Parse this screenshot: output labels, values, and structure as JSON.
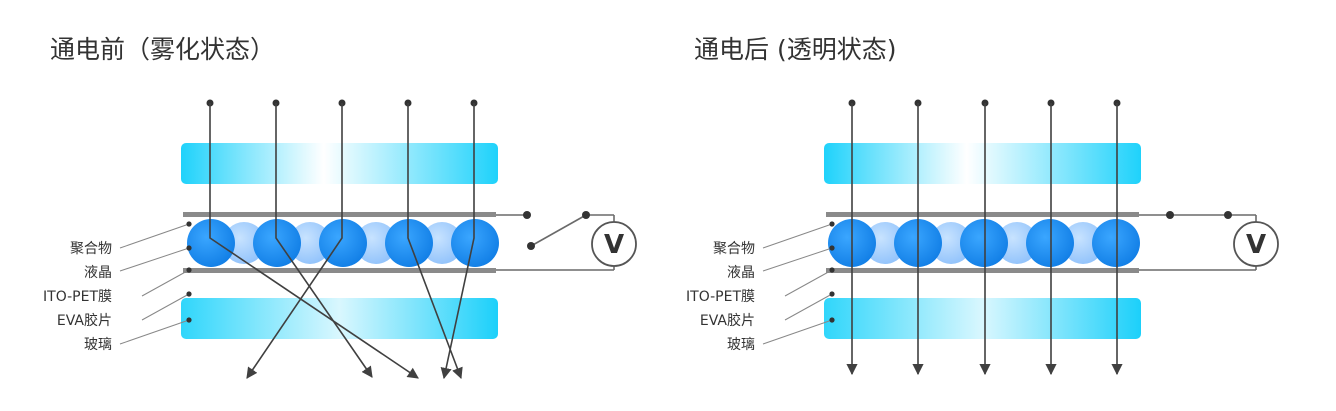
{
  "left_panel": {
    "title": "通电前（雾化状态）",
    "labels": [
      "聚合物",
      "液晶",
      "ITO-PET膜",
      "EVA胶片",
      "玻璃"
    ],
    "voltmeter": "V"
  },
  "right_panel": {
    "title": "通电后 (透明状态)",
    "labels": [
      "聚合物",
      "液晶",
      "ITO-PET膜",
      "EVA胶片",
      "玻璃"
    ],
    "voltmeter": "V"
  },
  "colors": {
    "glass_cyan": "#1fd2fb",
    "ito_film": "#8a8a8a",
    "liquid_crystal_dark": "#1b8cf2",
    "polymer_light": "#a9d2ff",
    "ray": "#404040",
    "text": "#333333"
  }
}
